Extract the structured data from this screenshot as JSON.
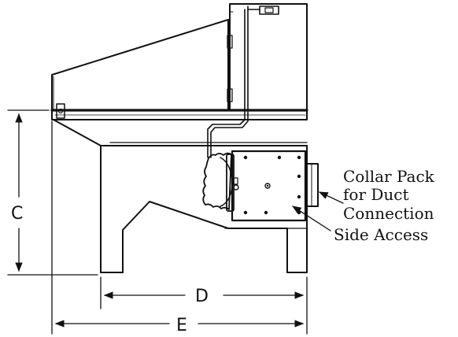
{
  "dimensions": {
    "c_label": "C",
    "d_label": "D",
    "e_label": "E"
  },
  "callouts": {
    "collar_pack_lines": [
      "Collar Pack",
      "for Duct",
      "Connection"
    ],
    "side_access": "Side Access"
  },
  "colors": {
    "line": "#111111",
    "paper": "#ffffff"
  }
}
